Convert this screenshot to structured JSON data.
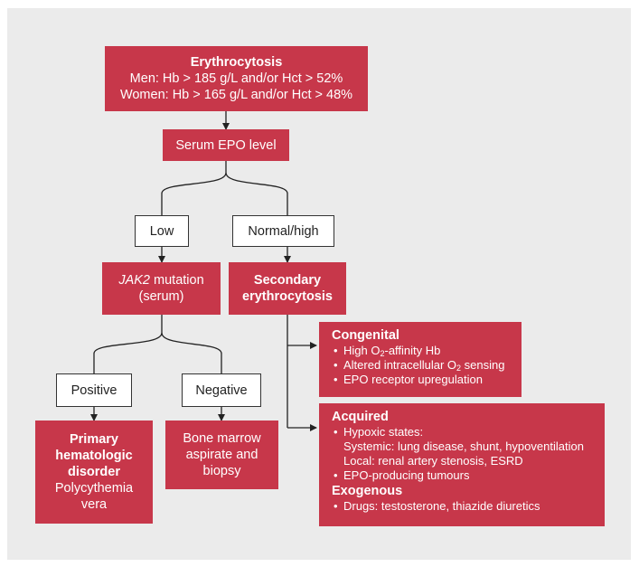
{
  "erythrocytosis": {
    "title": "Erythrocytosis",
    "men": "Men: Hb > 185 g/L and/or Hct > 52%",
    "women": "Women: Hb > 165 g/L and/or Hct > 48%"
  },
  "serum_epo": "Serum EPO level",
  "low": "Low",
  "normal_high": "Normal/high",
  "jak2": {
    "gene": "JAK2",
    "rest": " mutation",
    "serum": "(serum)"
  },
  "secondary": {
    "line1": "Secondary",
    "line2": "erythrocytosis"
  },
  "positive": "Positive",
  "negative": "Negative",
  "primary": {
    "line1": "Primary",
    "line2": "hematologic",
    "line3": "disorder",
    "line4": "Polycythemia",
    "line5": "vera"
  },
  "bone_marrow": {
    "line1": "Bone marrow",
    "line2": "aspirate and",
    "line3": "biopsy"
  },
  "congenital": {
    "title": "Congenital",
    "item1_a": "High O",
    "item1_sub": "2",
    "item1_b": "-affinity Hb",
    "item2_a": "Altered intracellular O",
    "item2_sub": "2",
    "item2_b": " sensing",
    "item3": "EPO receptor upregulation"
  },
  "acquired": {
    "title": "Acquired",
    "hypoxic": "Hypoxic states:",
    "systemic": "Systemic: lung disease, shunt, hypoventilation",
    "local": "Local: renal artery stenosis, ESRD",
    "epo_tumours": "EPO-producing tumours",
    "exogenous_title": "Exogenous",
    "drugs": "Drugs: testosterone, thiazide diuretics"
  },
  "colors": {
    "box_red": "#c7374a",
    "panel_gray": "#ebebeb",
    "line": "#222222"
  }
}
